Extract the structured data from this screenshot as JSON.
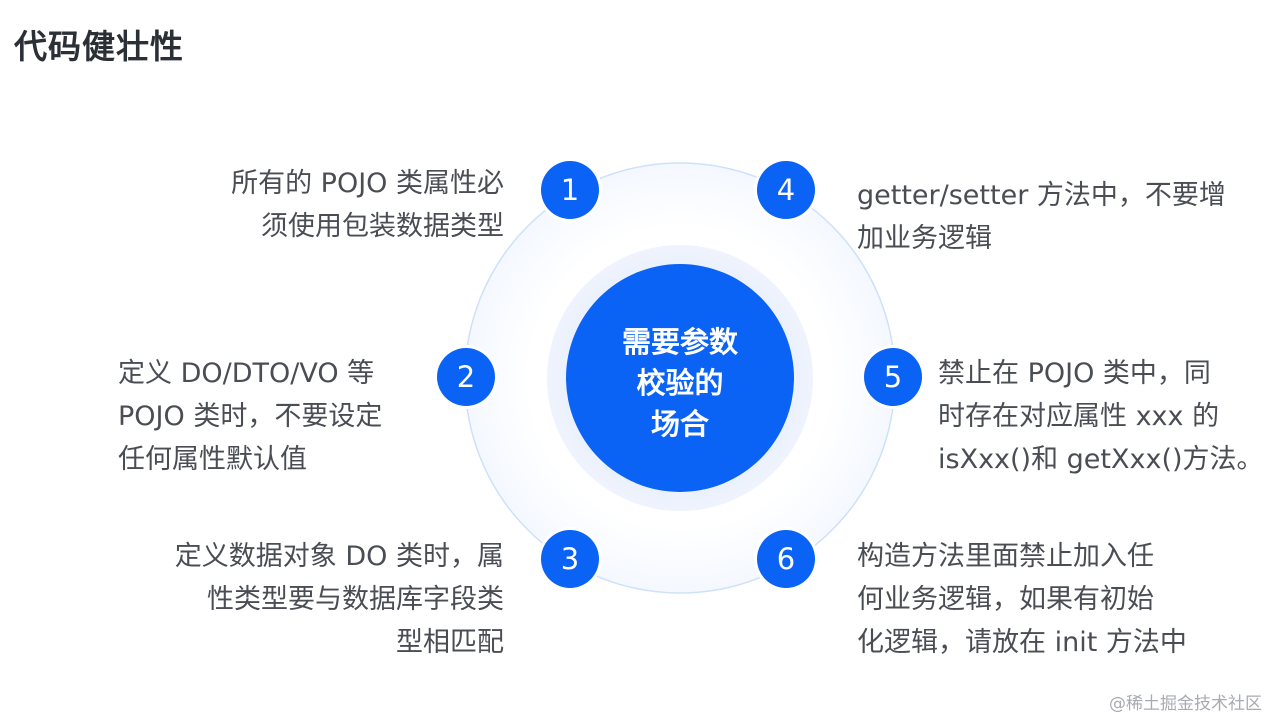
{
  "title": "代码健壮性",
  "center": {
    "lines": [
      "需要参数",
      "校验的",
      "场合"
    ]
  },
  "items": [
    {
      "number": "1",
      "lines": [
        "所有的 POJO 类属性必",
        "须使用包装数据类型"
      ]
    },
    {
      "number": "2",
      "lines": [
        "定义 DO/DTO/VO 等",
        "POJO 类时，不要设定",
        "任何属性默认值"
      ]
    },
    {
      "number": "3",
      "lines": [
        "定义数据对象 DO 类时，属",
        "性类型要与数据库字段类",
        "型相匹配"
      ]
    },
    {
      "number": "4",
      "lines": [
        "getter/setter 方法中，不要增",
        "加业务逻辑"
      ]
    },
    {
      "number": "5",
      "lines": [
        "禁止在 POJO 类中，同",
        "时存在对应属性 xxx 的",
        "isXxx()和 getXxx()方法。"
      ]
    },
    {
      "number": "6",
      "lines": [
        "构造方法里面禁止加入任",
        "何业务逻辑，如果有初始",
        "化逻辑，请放在 init 方法中"
      ]
    }
  ],
  "watermark": "@稀土掘金技术社区",
  "colors": {
    "accent": "#0a63f5",
    "text": "#4a4e54",
    "title": "#2b2f36",
    "ring": "#cfe0fb"
  }
}
